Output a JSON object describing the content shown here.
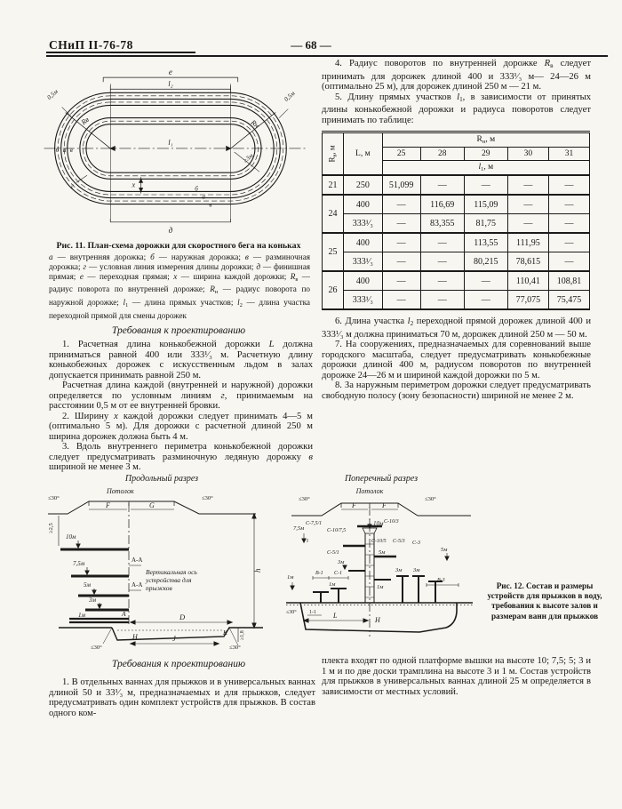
{
  "header": {
    "left": "СНиП II-76-78",
    "center": "— 68 —"
  },
  "fig11": {
    "caption": "Рис. 11. План-схема дорожки для скоростного бега на коньках",
    "legend_html": "<i>а</i> — внутренняя дорожка; <i>б</i> — наружная дорожка; <i>в</i> — разминочная дорожка; <i>г</i> — условная линия измерения длины дорожки; <i>д</i> — финишная прямая; <i>е</i> — переходная прямая; <i>х</i> — ширина каждой дорожки; <i>R</i><sub>в</sub> — радиус поворота по внутренней дорожке; <i>R</i><sub>н</sub> — радиус поворота по наружной дорожке; <i>l</i><sub>1</sub> — длина прямых участков; <i>l</i><sub>2</sub> — длина участка переходной прямой для смены дорожек",
    "labels": {
      "e": "е",
      "l2": "l₂",
      "l1": "l₁",
      "rv": "Rв",
      "rn": "Rн",
      "m3": "≥3м",
      "m05l": "0,5м",
      "m05r": "0,5м",
      "b1": "б",
      "a1": "а",
      "v1": "в",
      "g": "г",
      "x": "х",
      "b2": "б",
      "a2": "а",
      "v2": "в",
      "d": "д"
    }
  },
  "left_col": {
    "heading": "Требования к проектированию",
    "p1_html": "1. Расчетная длина конькобежной дорожки <i>L</i> должна приниматься равной 400 или 333¹⁄₃ м. Расчетную длину конькобежных дорожек с искусственным льдом в залах допускается принимать равной 250 м.",
    "p1b_html": "Расчетная длина каждой (внутренней и наружной) дорожки определяется по условным линиям <i>г</i>, принимаемым на расстоянии 0,5 м от ее внутренней бровки.",
    "p2_html": "2. Ширину <i>х</i> каждой дорожки следует принимать 4—5 м (оптимально 5 м). Для дорожки с расчетной длиной 250 м ширина дорожек должна быть 4 м.",
    "p3_html": "3. Вдоль внутреннего периметра конькобежной дорожки следует предусматривать разминочную ледяную дорожку <i>в</i> шириной не менее 3 м."
  },
  "right_col": {
    "p4_html": "4. Радиус поворотов по внутренней дорожке <i>R</i><sub>в</sub> следует принимать для дорожек длиной 400 и 333¹⁄₃ м— 24—26 м (оптимально 25 м), для дорожек длиной 250 м — 21 м.",
    "p5_html": "5. Длину прямых участков <i>l</i><sub>1</sub>, в зависимости от принятых длины конькобежной дорожки и радиуса поворотов следует принимать по таблице:",
    "p6_html": "6. Длина участка <i>l</i><sub>2</sub> переходной прямой дорожек длиной 400 и 333¹⁄₃ м должна приниматься 70 м, дорожек длиной 250 м — 50 м.",
    "p7_html": "7. На сооружениях, предназначаемых для соревнований выше городского масштаба, следует предусматривать конькобежные дорожки длиной 400 м, радиусом поворотов по внутренней дорожке 24—26 м и шириной каждой дорожки по 5 м.",
    "p8_html": "8. За наружным периметром дорожки следует предусматривать свободную полосу (зону безопасности) шириной не менее 2 м."
  },
  "table": {
    "col_rv_html": "R<sub>в</sub>, м",
    "col_l": "L, м",
    "col_rn_html": "R<sub>н</sub>, м",
    "rn_values": [
      "25",
      "28",
      "29",
      "30",
      "31"
    ],
    "sub_l1_html": "<i>l</i><sub>1</sub>, м",
    "groups": [
      {
        "rv": "21",
        "rows": [
          {
            "l": "250",
            "v": [
              "51,099",
              "—",
              "—",
              "—",
              "—"
            ]
          }
        ]
      },
      {
        "rv": "24",
        "rows": [
          {
            "l": "400",
            "v": [
              "—",
              "116,69",
              "115,09",
              "—",
              "—"
            ]
          },
          {
            "l": "333¹⁄₃",
            "v": [
              "—",
              "83,355",
              "81,75",
              "—",
              "—"
            ]
          }
        ]
      },
      {
        "rv": "25",
        "rows": [
          {
            "l": "400",
            "v": [
              "—",
              "—",
              "113,55",
              "111,95",
              "—"
            ]
          },
          {
            "l": "333¹⁄₃",
            "v": [
              "—",
              "—",
              "80,215",
              "78,615",
              "—"
            ]
          }
        ]
      },
      {
        "rv": "26",
        "rows": [
          {
            "l": "400",
            "v": [
              "—",
              "—",
              "—",
              "110,41",
              "108,81"
            ]
          },
          {
            "l": "333¹⁄₃",
            "v": [
              "—",
              "—",
              "—",
              "77,075",
              "75,475"
            ]
          }
        ]
      }
    ]
  },
  "fig12": {
    "caption": "Рис. 12. Состав и размеры устройств для прыжков в воду, требования к высоте залов и размерам ванн для прыжков",
    "long": {
      "title": "Продольный разрез",
      "ceiling": "Потолок",
      "angle_l": "≤30°",
      "angle_r": "≤30°",
      "angle_bl": "≤30°",
      "angle_br": "≤30°",
      "f": "F",
      "g": "G",
      "h25": "≥2,5",
      "h10": "10м",
      "h75": "7,5м",
      "h5": "5м",
      "h3": "3м",
      "h1": "1м",
      "aa1": "А-А",
      "aa2": "А-А",
      "axis1": "Вертикальная ось",
      "axis2": "устройства для",
      "axis3": "прыжков",
      "a": "А",
      "d": "D",
      "hn": "Н",
      "j": "J",
      "k": "K",
      "d18": "≥1,8",
      "h": "h"
    },
    "cross": {
      "title": "Поперечный разрез",
      "ceiling": "Потолок",
      "angle_l": "≤30°",
      "angle_r": "≤30°",
      "angle_bl": "≤30°",
      "f1": "F",
      "f2": "F",
      "h10": "10м",
      "c751": "С-7,5/1",
      "c1075": "С-10/7,5",
      "c103": "С-10/3",
      "h75": "7,5м",
      "c105": "С-10/5",
      "c53": "С-5/3",
      "c3": "С-3",
      "c51": "С-5/1",
      "h5": "5м",
      "h3": "3м",
      "m5r": "5м",
      "m3a": "3м",
      "m3b": "3м",
      "h1l": "1м",
      "h1c": "1м",
      "m1far": "1м",
      "b1": "В-1",
      "c1": "С-1",
      "b3": "В-3",
      "sec": "1-1",
      "l": "L",
      "hn": "Н"
    }
  },
  "bottom": {
    "heading": "Требования к проектированию",
    "p1_left_html": "1. В отдельных ваннах для прыжков и в универсальных ваннах длиной 50 и 33¹⁄₃ м, предназначаемых и для прыжков, следует предусматривать один комплект устройств для прыжков. В состав одного ком-",
    "p1_right": "плекта входят по одной платформе вышки на высоте 10; 7,5; 5; 3 и 1 м и по две доски трамплина на высоте 3 и 1 м. Состав устройств для прыжков в универсальных ваннах длиной 25 м определяется в зависимости от местных условий."
  }
}
